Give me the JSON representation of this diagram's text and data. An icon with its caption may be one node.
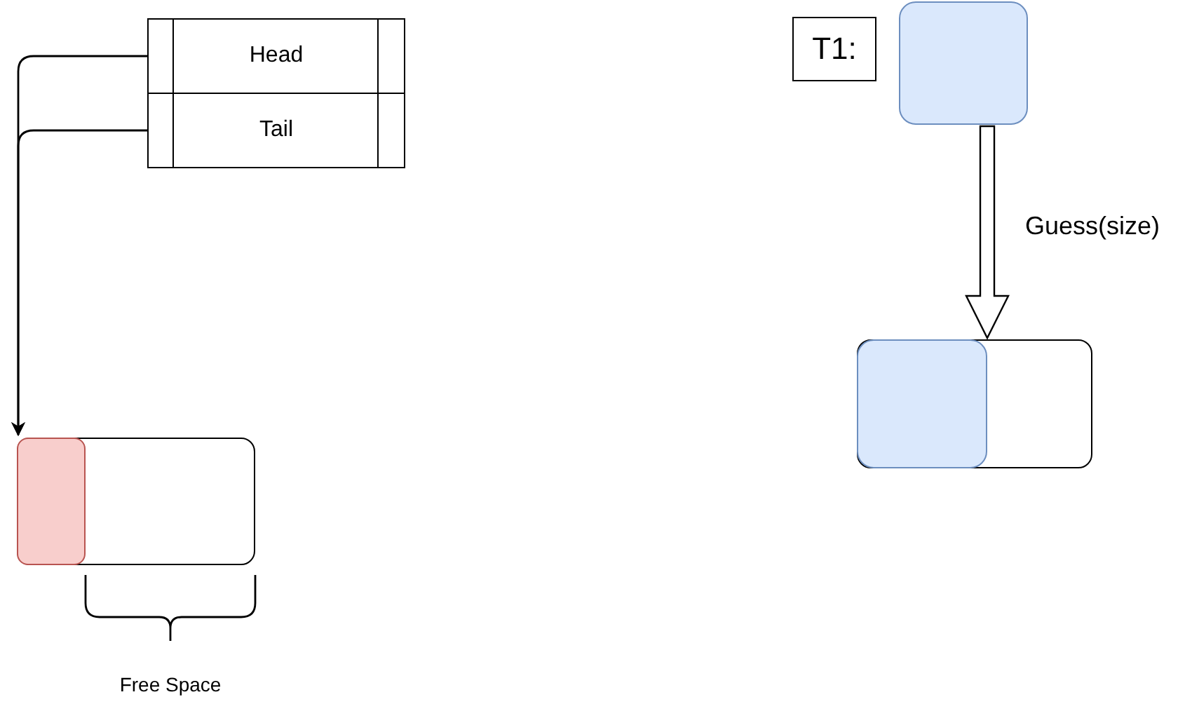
{
  "diagram": {
    "nodes": [
      {
        "text": [
          "Head"
        ]
      },
      {
        "text": [
          "Tail"
        ]
      },
      {
        "text": [],
        "shape": "box"
      },
      {
        "text": [],
        "shape": "box",
        "in": 2
      },
      {
        "text": [
          "T1:"
        ]
      },
      {
        "text": [],
        "shape": "box"
      },
      {
        "text": [],
        "shape": "box"
      },
      {
        "text": [],
        "shape": "box",
        "in": 6
      }
    ],
    "edges": [
      {
        "from": 0,
        "to": 3,
        "arrow": "to"
      },
      {
        "from": 1,
        "to": 3,
        "arrow": "to"
      },
      {
        "from": 5,
        "to": 6,
        "arrow": "to",
        "label": "Guess(size)",
        "style": "thick"
      }
    ],
    "labels": [
      "Free Space"
    ]
  }
}
